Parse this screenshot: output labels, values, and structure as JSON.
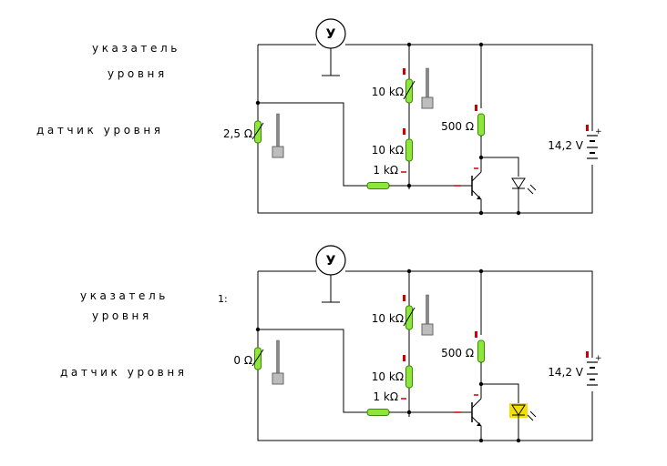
{
  "circuits": [
    {
      "caption_indicator": "указатель\nуровня",
      "caption_sensor": "датчик уровня",
      "sensor_value": "2,5 Ω",
      "upper_pot_value": "10 kΩ",
      "lower_resistor_value": "10 kΩ",
      "base_resistor_value": "1 kΩ",
      "collector_resistor_value": "500 Ω",
      "battery_value": "14,2 V",
      "meter_symbol": "У",
      "led_lit": false
    },
    {
      "caption_indicator": "указатель\nуровня",
      "caption_sensor": "датчик уровня",
      "sensor_value": "0 Ω",
      "upper_pot_value": "10 kΩ",
      "lower_resistor_value": "10 kΩ",
      "base_resistor_value": "1 kΩ",
      "collector_resistor_value": "500 Ω",
      "battery_value": "14,2 V",
      "meter_symbol": "У",
      "led_lit": true
    }
  ],
  "stray_text": "1:",
  "colors": {
    "wire": "#000000",
    "resistor_fill": "#8ee63c",
    "resistor_stroke": "#3a8a00",
    "pin_marker": "#cc0000",
    "led_glow": "#f3e000",
    "slider_knob": "#bdbdbd"
  },
  "icons": [
    "meter-icon",
    "transistor-icon",
    "led-icon",
    "battery-icon",
    "slider-icon"
  ]
}
